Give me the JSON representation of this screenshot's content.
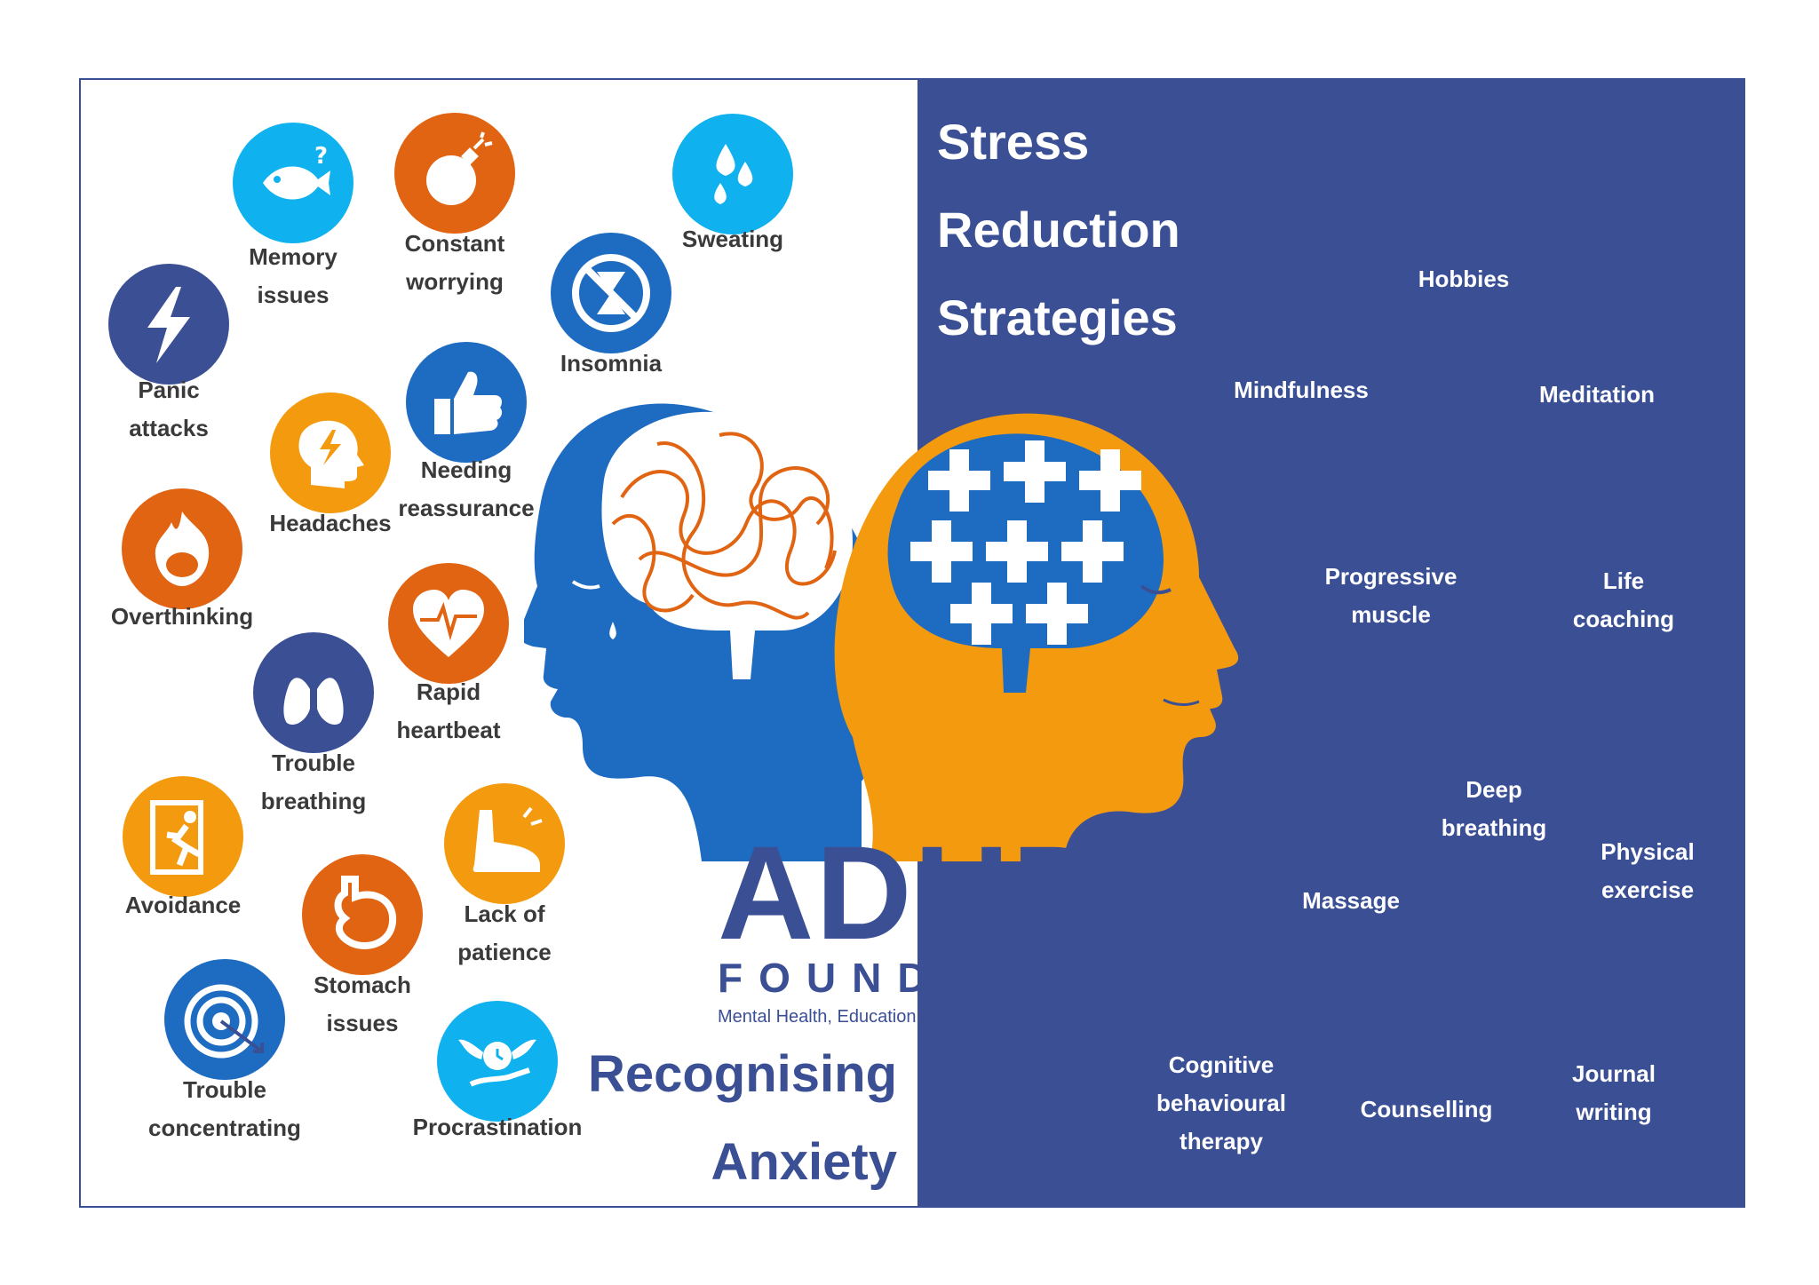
{
  "colors": {
    "navy": "#3b4f95",
    "blue": "#1e6bc2",
    "sky": "#0fb2ee",
    "orange": "#f49a0f",
    "burnt": "#e06412",
    "white": "#ffffff"
  },
  "stress": {
    "title": [
      "Stress",
      "Reduction",
      "Strategies"
    ]
  },
  "recognising": {
    "title": [
      "Recognising",
      "Anxiety"
    ]
  },
  "logo": {
    "mark": "ADHD",
    "foundation": "FOUNDATION",
    "tagline": "Mental Health, Education and Training Services"
  },
  "symptoms": [
    {
      "icon": "fish-question-icon",
      "lines": [
        "Memory",
        "issues"
      ]
    },
    {
      "icon": "bomb-icon",
      "lines": [
        "Constant",
        "worrying"
      ]
    },
    {
      "icon": "droplets-icon",
      "lines": [
        "Sweating"
      ]
    },
    {
      "icon": "lightning-icon",
      "lines": [
        "Panic",
        "attacks"
      ]
    },
    {
      "icon": "no-hourglass-icon",
      "lines": [
        "Insomnia"
      ]
    },
    {
      "icon": "head-lightning-icon",
      "lines": [
        "Headaches"
      ]
    },
    {
      "icon": "thumbs-up-icon",
      "lines": [
        "Needing",
        "reassurance"
      ]
    },
    {
      "icon": "burning-brain-icon",
      "lines": [
        "Overthinking"
      ]
    },
    {
      "icon": "heartbeat-icon",
      "lines": [
        "Rapid",
        "heartbeat"
      ]
    },
    {
      "icon": "lungs-icon",
      "lines": [
        "Trouble",
        "breathing"
      ]
    },
    {
      "icon": "exit-door-icon",
      "lines": [
        "Avoidance"
      ]
    },
    {
      "icon": "shoe-tap-icon",
      "lines": [
        "Lack of",
        "patience"
      ]
    },
    {
      "icon": "stomach-icon",
      "lines": [
        "Stomach",
        "issues"
      ]
    },
    {
      "icon": "target-icon",
      "lines": [
        "Trouble",
        "concentrating"
      ]
    },
    {
      "icon": "flying-clock-icon",
      "lines": [
        "Procrastination"
      ]
    }
  ],
  "strategies": [
    {
      "icon": "hobbies-icon",
      "lines": [
        "Hobbies"
      ]
    },
    {
      "icon": "mindfulness-icon",
      "lines": [
        "Mindfulness"
      ]
    },
    {
      "icon": "meditation-icon",
      "lines": [
        "Meditation"
      ]
    },
    {
      "icon": "stretching-icon",
      "lines": [
        "Progressive",
        "muscle"
      ]
    },
    {
      "icon": "climbing-icon",
      "lines": [
        "Life",
        "coaching"
      ]
    },
    {
      "icon": "breathing-face-icon",
      "lines": [
        "Deep",
        "breathing"
      ]
    },
    {
      "icon": "running-icon",
      "lines": [
        "Physical",
        "exercise"
      ]
    },
    {
      "icon": "massage-icon",
      "lines": [
        "Massage"
      ]
    },
    {
      "icon": "therapy-session-icon",
      "lines": [
        "Cognitive",
        "behavioural",
        "therapy"
      ]
    },
    {
      "icon": "counselling-icon",
      "lines": [
        "Counselling"
      ]
    },
    {
      "icon": "journal-icon",
      "lines": [
        "Journal",
        "writing"
      ]
    }
  ]
}
